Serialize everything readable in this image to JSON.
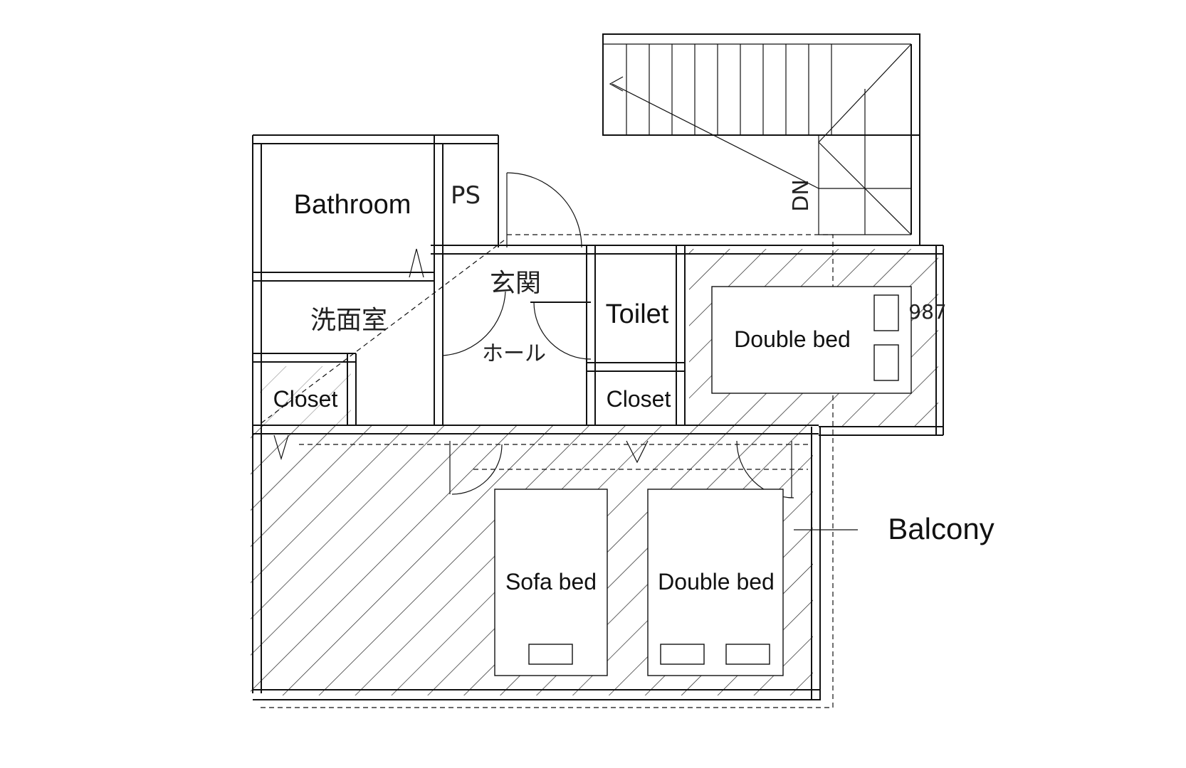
{
  "plan": {
    "rooms": {
      "bathroom": "Bathroom",
      "ps": "PS",
      "entrance": "玄関",
      "washroom": "洗面室",
      "hall": "ホール",
      "toilet": "Toilet",
      "closet_left": "Closet",
      "closet_mid": "Closet",
      "balcony": "Balcony",
      "stairs_dn": "DN",
      "dimension": "987"
    },
    "furniture": {
      "bed_upper": "Double bed",
      "sofa_bed": "Sofa bed",
      "bed_lower": "Double bed"
    }
  }
}
